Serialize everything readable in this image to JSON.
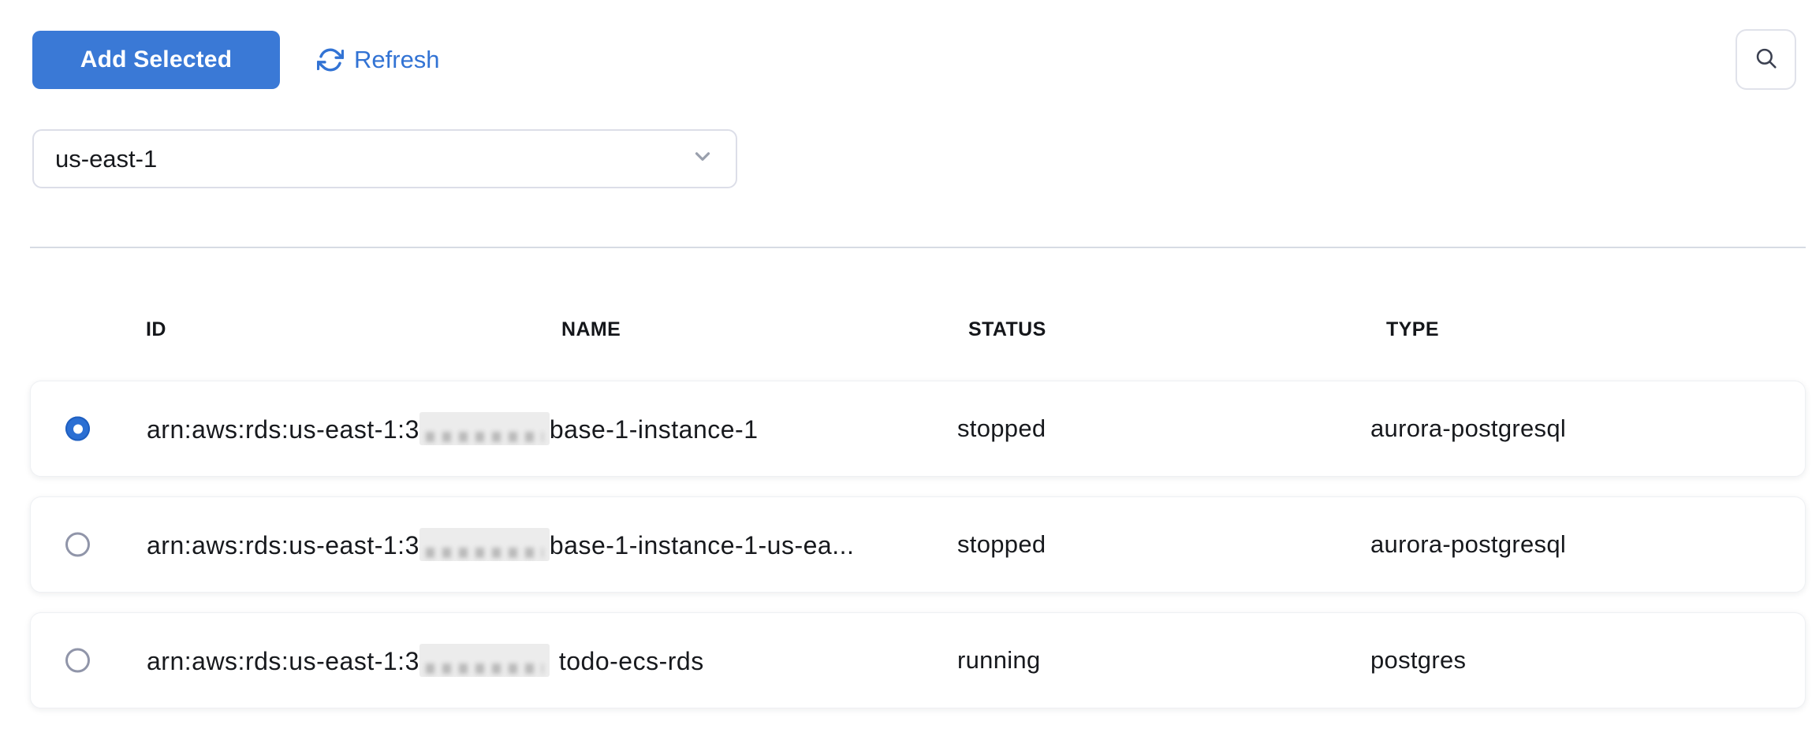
{
  "toolbar": {
    "add_selected_label": "Add Selected",
    "refresh_label": "Refresh"
  },
  "region_select": {
    "value": "us-east-1"
  },
  "table": {
    "columns": [
      "ID",
      "NAME",
      "STATUS",
      "TYPE"
    ],
    "rows": [
      {
        "selected": true,
        "id_prefix": "arn:aws:rds:us-east-1:3",
        "id_redacted": true,
        "name": "base-1-instance-1",
        "status": "stopped",
        "type": "aurora-postgresql"
      },
      {
        "selected": false,
        "id_prefix": "arn:aws:rds:us-east-1:3",
        "id_redacted": true,
        "name": "base-1-instance-1-us-ea...",
        "status": "stopped",
        "type": "aurora-postgresql"
      },
      {
        "selected": false,
        "id_prefix": "arn:aws:rds:us-east-1:3",
        "id_redacted": true,
        "name": "todo-ecs-rds",
        "status": "running",
        "type": "postgres"
      }
    ]
  },
  "icons": {
    "refresh": "refresh-cw-icon",
    "search": "search-icon",
    "chevron": "chevron-down-icon"
  },
  "colors": {
    "primary_blue": "#3a79d6",
    "link_blue": "#3273d4",
    "radio_selected_blue": "#2b6fd3",
    "text_dark": "#17191d",
    "border_light": "#dcdee8",
    "divider": "#d7dbe4",
    "redaction_gray": "#ececec"
  }
}
